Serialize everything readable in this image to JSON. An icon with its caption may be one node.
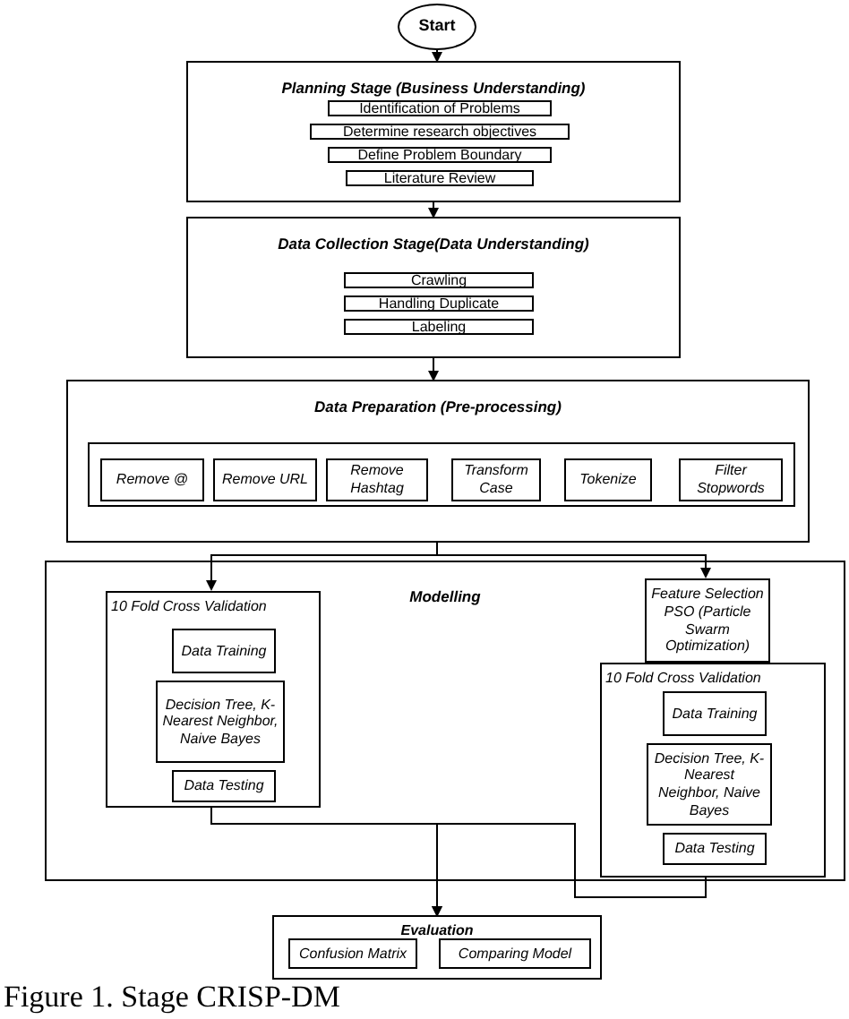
{
  "diagram": {
    "caption": "Figure 1. Stage CRISP-DM",
    "nodes": [
      {
        "text": [
          "Start"
        ]
      },
      {
        "text": [
          "Planning Stage (Business Understanding)"
        ]
      },
      {
        "text": [
          "Identification of Problems"
        ],
        "in": 1
      },
      {
        "text": [
          "Determine research objectives"
        ],
        "in": 1
      },
      {
        "text": [
          "Define Problem Boundary"
        ],
        "in": 1
      },
      {
        "text": [
          "Literature Review"
        ],
        "in": 1
      },
      {
        "text": [
          "Data Collection Stage(Data Understanding)"
        ]
      },
      {
        "text": [
          "Crawling"
        ],
        "in": 6
      },
      {
        "text": [
          "Handling Duplicate"
        ],
        "in": 6
      },
      {
        "text": [
          "Labeling"
        ],
        "in": 6
      },
      {
        "text": [
          "Data Preparation (Pre-processing)"
        ]
      },
      {
        "text": [],
        "shape": "box",
        "in": 10
      },
      {
        "text": [
          "Remove @"
        ],
        "in": 11
      },
      {
        "text": [
          "Remove URL"
        ],
        "in": 11
      },
      {
        "text": [
          "Remove Hashtag"
        ],
        "in": 11
      },
      {
        "text": [
          "Transform Case"
        ],
        "in": 11
      },
      {
        "text": [
          "Tokenize"
        ],
        "in": 11
      },
      {
        "text": [
          "Filter Stopwords"
        ],
        "in": 11
      },
      {
        "text": [
          "Modelling"
        ]
      },
      {
        "text": [
          "10 Fold Cross Validation"
        ],
        "in": 18
      },
      {
        "text": [
          "Data Training"
        ],
        "in": 19
      },
      {
        "text": [
          "Decision Tree, K-Nearest Neighbor, Naive Bayes"
        ],
        "in": 19
      },
      {
        "text": [
          "Data Testing"
        ],
        "in": 19
      },
      {
        "text": [
          "Feature Selection PSO (Particle Swarm Optimization)"
        ],
        "in": 18
      },
      {
        "text": [
          "10 Fold Cross Validation"
        ],
        "in": 18
      },
      {
        "text": [
          "Data Training"
        ],
        "in": 24
      },
      {
        "text": [
          "Decision Tree, K-Nearest Neighbor, Naive Bayes"
        ],
        "in": 24
      },
      {
        "text": [
          "Data Testing"
        ],
        "in": 24
      },
      {
        "text": [
          "Evaluation"
        ]
      },
      {
        "text": [
          "Confusion Matrix"
        ],
        "in": 28
      },
      {
        "text": [
          "Comparing Model"
        ],
        "in": 28
      }
    ],
    "edges": [
      {
        "from": 0,
        "to": 1,
        "arrow": "to"
      },
      {
        "from": 1,
        "to": 6,
        "arrow": "to"
      },
      {
        "from": 6,
        "to": 10,
        "arrow": "to"
      },
      {
        "from": 10,
        "to": 19,
        "arrow": "to"
      },
      {
        "from": 10,
        "to": 23,
        "arrow": "to"
      },
      {
        "from": 19,
        "to": 28,
        "arrow": "to"
      },
      {
        "from": 24,
        "to": 28,
        "arrow": "to"
      }
    ]
  }
}
